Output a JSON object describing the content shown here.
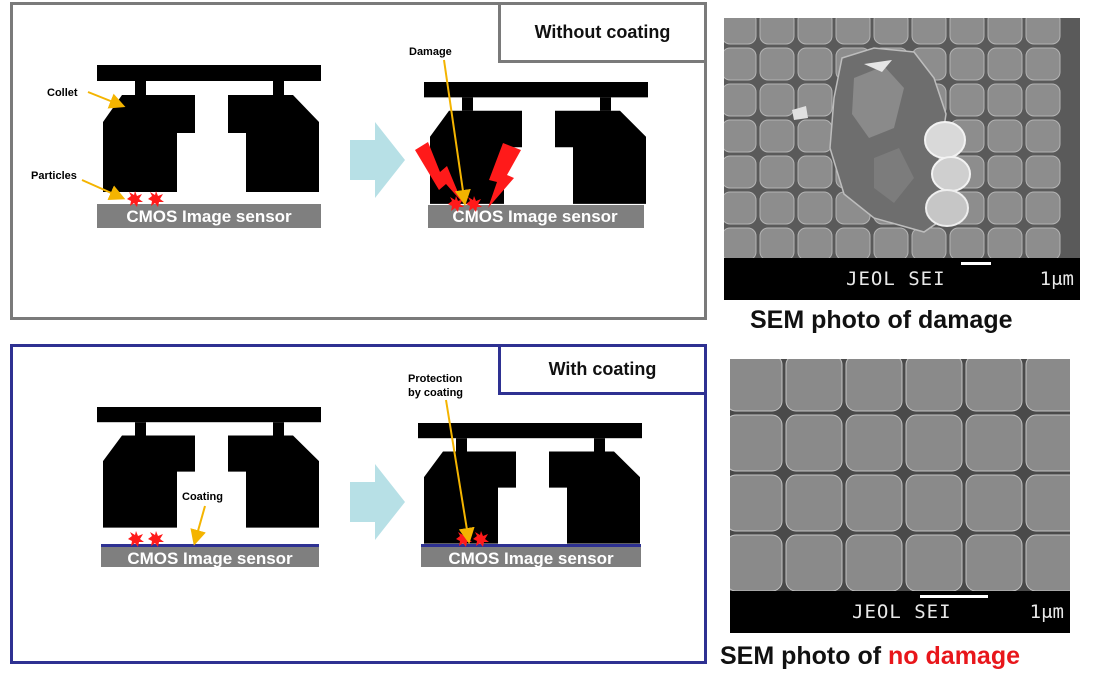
{
  "panels": {
    "without": {
      "title": "Without coating",
      "left_labels": {
        "collet": "Collet",
        "particles": "Particles"
      },
      "right_labels": {
        "damage": "Damage"
      },
      "sensor_label": "CMOS Image sensor"
    },
    "with": {
      "title": "With coating",
      "left_labels": {
        "coating": "Coating"
      },
      "right_labels": {
        "protection_line1": "Protection",
        "protection_line2": "by coating"
      },
      "sensor_label": "CMOS Image sensor"
    }
  },
  "sem": {
    "top": {
      "instrument": "JEOL SEI",
      "scale": "1μm"
    },
    "bottom": {
      "instrument": "JEOL SEI",
      "scale": "1μm"
    }
  },
  "captions": {
    "top": "SEM photo of damage",
    "bottom_prefix": "SEM photo of ",
    "bottom_highlight": "no damage"
  },
  "colors": {
    "frame_top": "#7a7a7a",
    "frame_bottom": "#2e3192",
    "collet": "#000000",
    "sensor": "#7f7f7f",
    "coating_layer": "#2e3192",
    "particle": "#ff1a1a",
    "arrow_label": "#f4b400",
    "process_arrow": "#b7e0e6",
    "highlight": "#e8161b"
  }
}
